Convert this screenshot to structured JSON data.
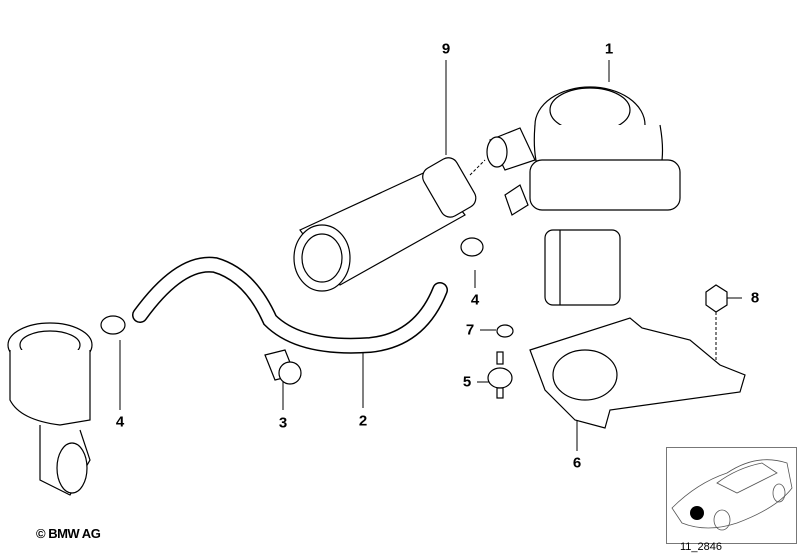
{
  "diagram": {
    "callouts": [
      {
        "id": "9",
        "label": "9"
      },
      {
        "id": "1",
        "label": "1"
      },
      {
        "id": "4a",
        "label": "4"
      },
      {
        "id": "8",
        "label": "8"
      },
      {
        "id": "7",
        "label": "7"
      },
      {
        "id": "5",
        "label": "5"
      },
      {
        "id": "4b",
        "label": "4"
      },
      {
        "id": "3",
        "label": "3"
      },
      {
        "id": "2",
        "label": "2"
      },
      {
        "id": "6",
        "label": "6"
      }
    ],
    "copyright": "© BMW AG",
    "inset_code": "11_2846"
  }
}
